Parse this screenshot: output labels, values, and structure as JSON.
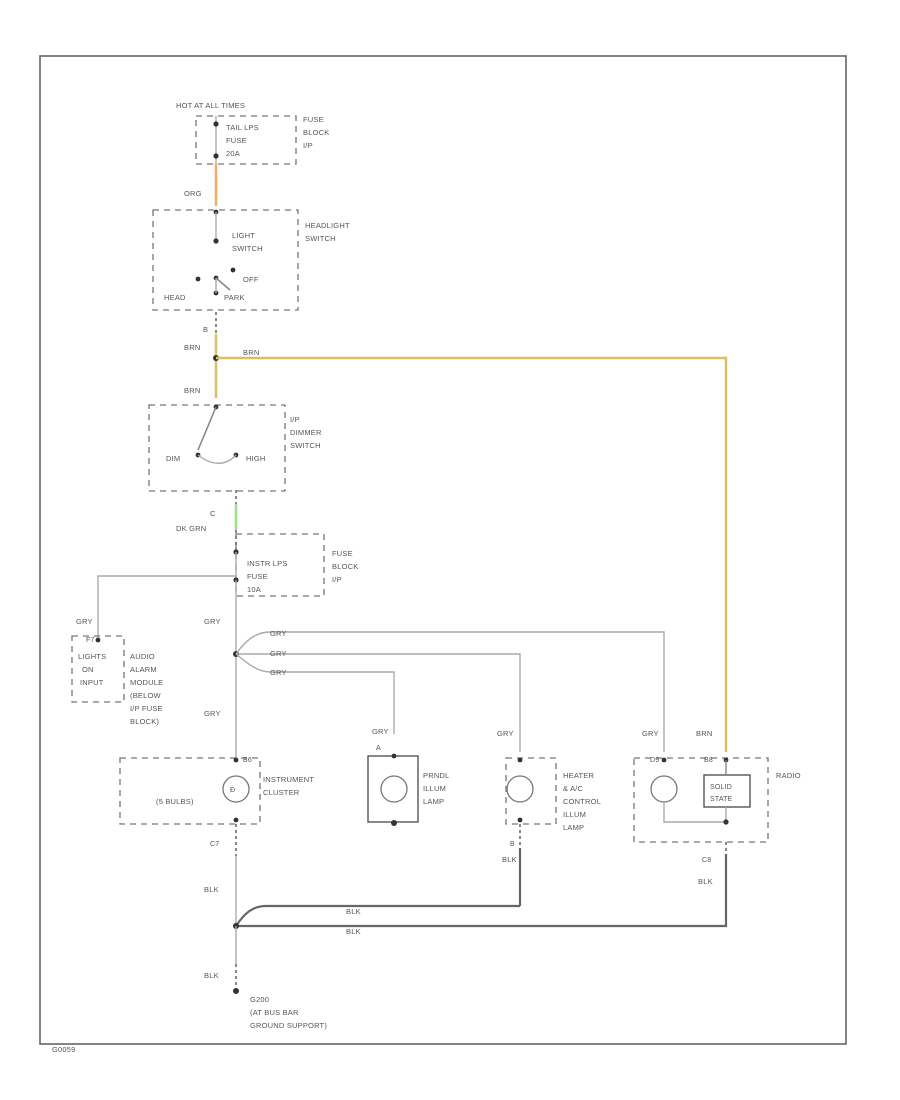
{
  "diagram": {
    "power_source": "HOT AT ALL TIMES",
    "fuse_top": {
      "line1": "TAIL LPS",
      "line2": "FUSE",
      "line3": "20A"
    },
    "fuse_top_block": {
      "line1": "FUSE",
      "line2": "BLOCK",
      "line3": "I/P"
    },
    "wire_org_top": "ORG",
    "headlight_switch": {
      "name1": "HEADLIGHT",
      "name2": "SWITCH",
      "inner1": "LIGHT",
      "inner2": "SWITCH",
      "off": "OFF",
      "park": "PARK",
      "head": "HEAD"
    },
    "conn_b": "B",
    "wire_brn_1": "BRN",
    "wire_brn_right": "BRN",
    "wire_brn_2": "BRN",
    "dimmer_switch": {
      "name1": "I/P",
      "name2": "DIMMER",
      "name3": "SWITCH",
      "dim": "DIM",
      "high": "HIGH"
    },
    "conn_c": "C",
    "wire_dkgrn": "DK GRN",
    "fuse_mid": {
      "line1": "INSTR LPS",
      "line2": "FUSE",
      "line3": "10A"
    },
    "fuse_mid_block": {
      "line1": "FUSE",
      "line2": "BLOCK",
      "line3": "I/P"
    },
    "wire_gry_left": "GRY",
    "wire_gry_main": "GRY",
    "wire_gry_main2": "GRY",
    "wire_gry_b1": "GRY",
    "wire_gry_b2": "GRY",
    "wire_gry_b3": "GRY",
    "audio_alarm": {
      "in1": "LIGHTS",
      "in2": "ON",
      "in3": "INPUT",
      "pin": "F7",
      "m1": "AUDIO",
      "m2": "ALARM",
      "m3": "MODULE",
      "m4": "(BELOW",
      "m5": "I/P FUSE",
      "m6": "BLOCK)"
    },
    "cluster": {
      "wire": "GRY",
      "pin_top": "B6",
      "bulbs": "(5 BULBS)",
      "name1": "INSTRUMENT",
      "name2": "CLUSTER",
      "pin_bot": "C7",
      "wire_bot": "BLK"
    },
    "prndl": {
      "wire": "GRY",
      "pin": "A",
      "name1": "PRNDL",
      "name2": "ILLUM",
      "name3": "LAMP"
    },
    "heater": {
      "wire": "GRY",
      "name1": "HEATER",
      "name2": "& A/C",
      "name3": "CONTROL",
      "name4": "ILLUM",
      "name5": "LAMP",
      "pin_bot": "B",
      "wire_bot": "BLK"
    },
    "radio": {
      "wire_gry": "GRY",
      "wire_brn": "BRN",
      "pin_gry": "D9",
      "pin_brn": "B8",
      "name": "RADIO",
      "solid1": "SOLID",
      "solid2": "STATE",
      "pin_bot": "C8",
      "wire_bot": "BLK"
    },
    "blk_upper": "BLK",
    "blk_lower": "BLK",
    "ground_wire": "BLK",
    "ground": {
      "line1": "G200",
      "line2": "(AT BUS BAR",
      "line3": "GROUND SUPPORT)"
    },
    "figure_id": "G0059"
  }
}
